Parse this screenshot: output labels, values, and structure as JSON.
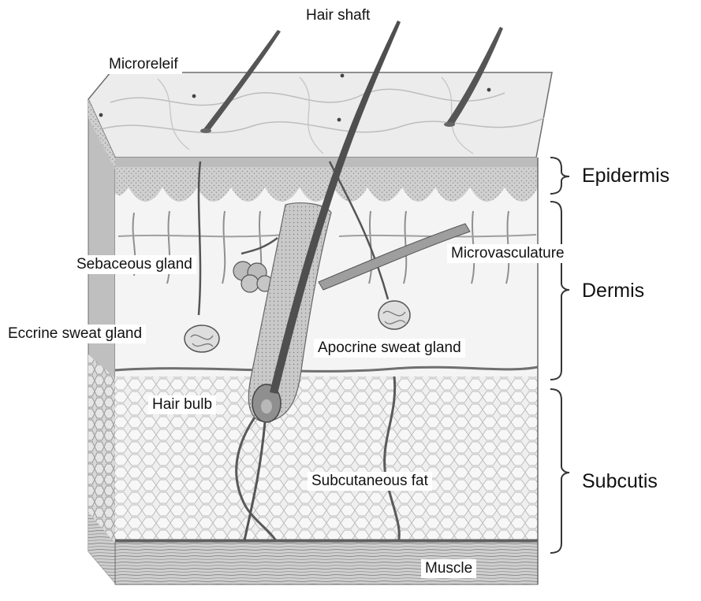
{
  "labels": {
    "hair_shaft": "Hair shaft",
    "microreleif": "Microreleif",
    "sebaceous_gland": "Sebaceous gland",
    "microvasculature": "Microvasculature",
    "eccrine_sweat_gland": "Eccrine sweat gland",
    "apocrine_sweat_gland": "Apocrine sweat gland",
    "hair_bulb": "Hair bulb",
    "subcutaneous_fat": "Subcutaneous fat",
    "muscle": "Muscle"
  },
  "layers": {
    "epidermis": "Epidermis",
    "dermis": "Dermis",
    "subcutis": "Subcutis"
  }
}
